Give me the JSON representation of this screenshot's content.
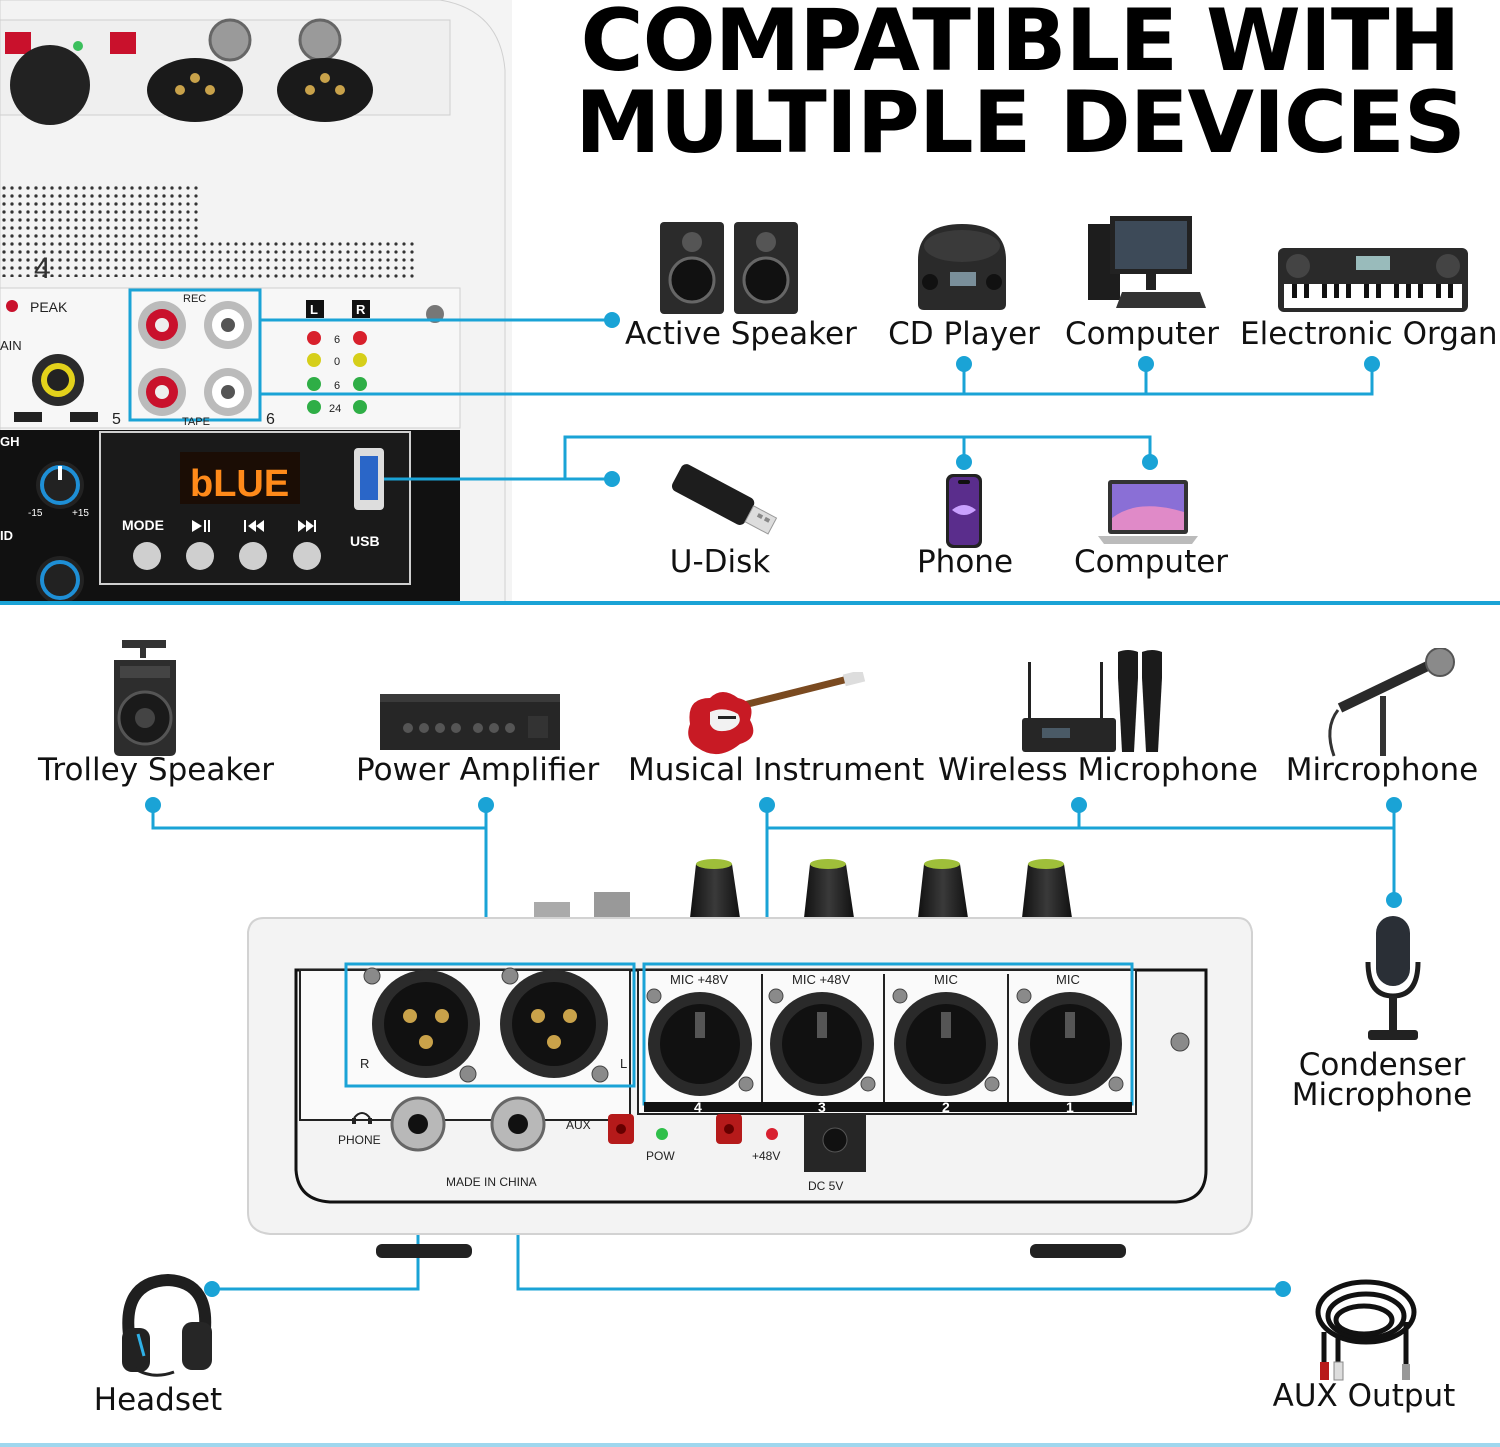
{
  "title": {
    "line1": "COMPATIBLE WITH",
    "line2": "MULTIPLE DEVICES"
  },
  "top_devices": [
    {
      "label": "Active Speaker",
      "icon": "speaker-pair-icon"
    },
    {
      "label": "CD Player",
      "icon": "cd-player-icon"
    },
    {
      "label": "Computer",
      "icon": "desktop-computer-icon"
    },
    {
      "label": "Electronic Organ",
      "icon": "keyboard-organ-icon"
    }
  ],
  "usb_devices": [
    {
      "label": "U-Disk",
      "icon": "usb-drive-icon"
    },
    {
      "label": "Phone",
      "icon": "phone-icon"
    },
    {
      "label": "Computer",
      "icon": "laptop-icon"
    }
  ],
  "bottom_devices": [
    {
      "label": "Trolley Speaker",
      "icon": "trolley-speaker-icon"
    },
    {
      "label": "Power Amplifier",
      "icon": "power-amplifier-icon"
    },
    {
      "label": "Musical Instrument",
      "icon": "guitar-icon"
    },
    {
      "label": "Wireless Microphone",
      "icon": "wireless-microphone-icon"
    },
    {
      "label": "Mircrophone",
      "icon": "microphone-icon"
    }
  ],
  "condenser": {
    "line1": "Condenser",
    "line2": "Microphone"
  },
  "headset": {
    "label": "Headset"
  },
  "aux_output": {
    "label": "AUX Output"
  },
  "top_mixer": {
    "peak": "PEAK",
    "gain": "AIN",
    "rec": "REC",
    "tape": "TAPE",
    "channel_5": "5",
    "channel_6": "6",
    "channel_4": "4",
    "meter_l": "L",
    "meter_r": "R",
    "meter_levels": [
      "6",
      "0",
      "6",
      "24"
    ],
    "display": "bLUE",
    "mode": "MODE",
    "usb": "USB",
    "high": "GH",
    "mid": "ID",
    "knob_min": "-15",
    "knob_max": "+15"
  },
  "front_panel": {
    "inputs": [
      {
        "label": "MIC +48V",
        "number": "4"
      },
      {
        "label": "MIC +48V",
        "number": "3"
      },
      {
        "label": "MIC",
        "number": "2"
      },
      {
        "label": "MIC",
        "number": "1"
      }
    ],
    "out_r": "R",
    "out_l": "L",
    "phone": "PHONE",
    "aux": "AUX",
    "pow": "POW",
    "phantom": "+48V",
    "dc": "DC 5V",
    "made_in": "MADE IN CHINA"
  },
  "colors": {
    "connector_line": "#1aa3d6",
    "panel_white": "#f2f2f2",
    "display_orange": "#ff8a1a",
    "knob_blue": "#1e8fd6"
  }
}
